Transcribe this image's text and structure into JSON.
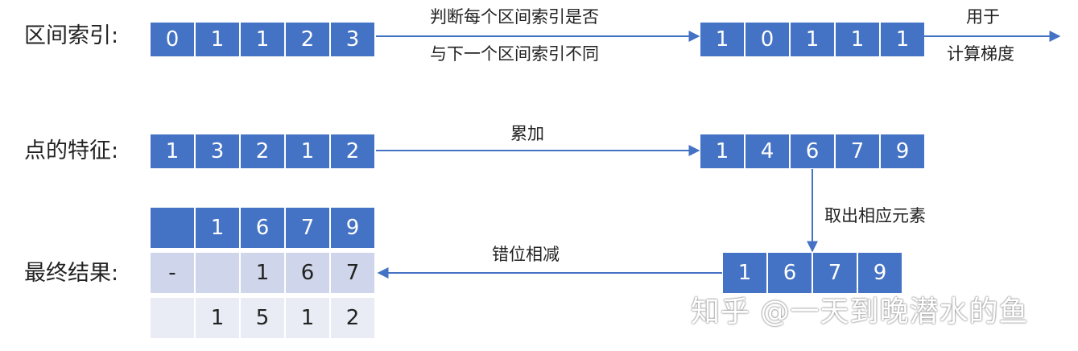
{
  "labels": {
    "interval_index": "区间索引:",
    "point_features": "点的特征:",
    "final_result": "最终结果:"
  },
  "rows": {
    "interval_index": [
      "0",
      "1",
      "1",
      "2",
      "3"
    ],
    "change_flags": [
      "1",
      "0",
      "1",
      "1",
      "1"
    ],
    "point_features": [
      "1",
      "3",
      "2",
      "1",
      "2"
    ],
    "cumsum": [
      "1",
      "4",
      "6",
      "7",
      "9"
    ],
    "selected": [
      "1",
      "6",
      "7",
      "9"
    ],
    "result_top": [
      "",
      "1",
      "6",
      "7",
      "9"
    ],
    "result_mid": [
      "-",
      "",
      "1",
      "6",
      "7"
    ],
    "result_bottom": [
      "",
      "1",
      "5",
      "1",
      "2"
    ]
  },
  "notes": {
    "judge_line1": "判断每个区间索引是否",
    "judge_line2": "与下一个区间索引不同",
    "use_line1": "用于",
    "use_line2": "计算梯度",
    "accumulate": "累加",
    "take_elements": "取出相应元素",
    "shift_subtract": "错位相减"
  },
  "watermark": "知乎 @一天到晚潜水的鱼",
  "colors": {
    "cell_fill": "#4472c4",
    "cell_mid": "#cfd5ea",
    "cell_light": "#e9ebf5",
    "arrow": "#4472c4"
  }
}
